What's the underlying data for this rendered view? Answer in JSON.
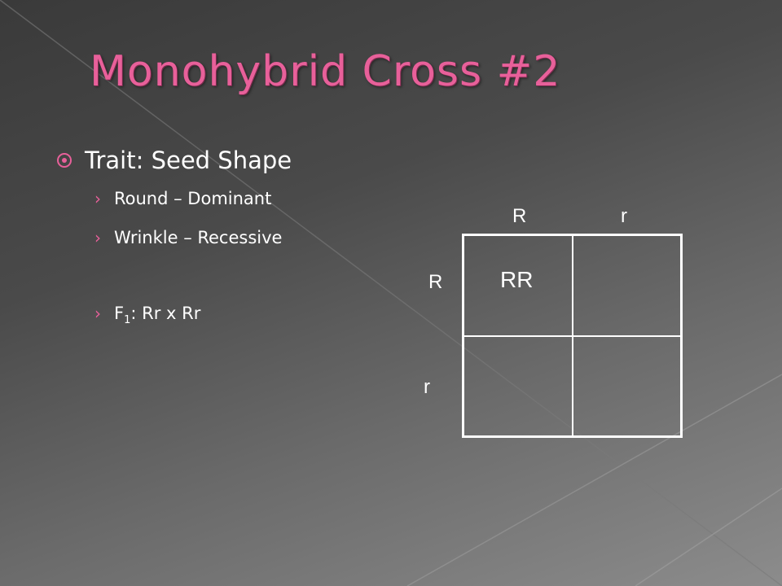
{
  "title": "Monohybrid Cross #2",
  "bullets": {
    "main": "Trait: Seed Shape",
    "sub": [
      "Round – Dominant",
      "Wrinkle – Recessive"
    ],
    "f1": {
      "prefix": "F",
      "subscript": "1",
      "text": ": Rr x Rr"
    }
  },
  "punnett": {
    "top_labels": [
      "R",
      "r"
    ],
    "side_labels": [
      "R",
      "r"
    ],
    "cells": [
      "RR",
      "",
      "",
      ""
    ]
  },
  "colors": {
    "accent": "#e8609a",
    "text": "#ffffff"
  },
  "icons": {
    "bullet": "target-icon",
    "sub_bullet": "chevron-right-icon"
  }
}
